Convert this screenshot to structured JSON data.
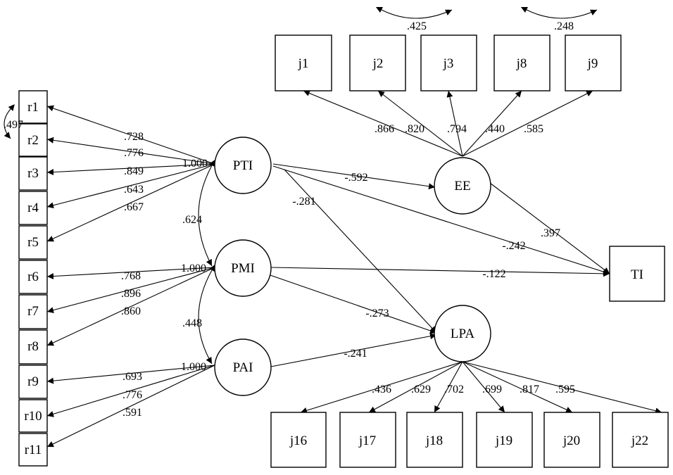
{
  "observed": {
    "r1": "r1",
    "r2": "r2",
    "r3": "r3",
    "r4": "r4",
    "r5": "r5",
    "r6": "r6",
    "r7": "r7",
    "r8": "r8",
    "r9": "r9",
    "r10": "r10",
    "r11": "r11",
    "j1": "j1",
    "j2": "j2",
    "j3": "j3",
    "j8": "j8",
    "j9": "j9",
    "j16": "j16",
    "j17": "j17",
    "j18": "j18",
    "j19": "j19",
    "j20": "j20",
    "j22": "j22",
    "TI": "TI"
  },
  "latent": {
    "PTI": "PTI",
    "PMI": "PMI",
    "PAI": "PAI",
    "EE": "EE",
    "LPA": "LPA"
  },
  "coefficients": {
    "r1": ".728",
    "r2": ".776",
    "r3": ".849",
    "r4": ".643",
    "r5": ".667",
    "r6": ".768",
    "r7": ".896",
    "r8": ".860",
    "r9": ".693",
    "r10": ".776",
    "r11": ".591",
    "pti_fix": "1.000",
    "pmi_fix": "1.000",
    "pai_fix": "1.000",
    "pti_pmi": ".624",
    "pmi_pai": ".448",
    "r1_r2": ".497",
    "j1": ".866",
    "j2": ".820",
    "j3": ".794",
    "j8": ".440",
    "j9": ".585",
    "j1_j3": ".425",
    "j8_j9": ".248",
    "j16": ".436",
    "j17": ".629",
    "j18": ".702",
    "j19": ".699",
    "j20": ".817",
    "j22": ".595",
    "pti_ee": "-.592",
    "pti_lpa": "-.281",
    "pti_ti": "-.242",
    "ee_ti": ".397",
    "pmi_ti": "-.122",
    "pmi_lpa": "-.273",
    "pai_lpa": "-.241"
  }
}
